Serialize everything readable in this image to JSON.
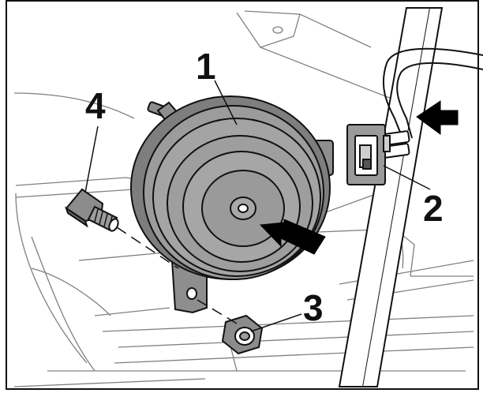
{
  "callouts": {
    "horn": "1",
    "connector": "2",
    "nut": "3",
    "bolt": "4"
  },
  "colors": {
    "outline": "#111111",
    "line_art": "#777777",
    "horn_fill": "#9a9a9a",
    "horn_dark": "#7e7e7e",
    "part_fill": "#8c8c8c",
    "arrow_fill": "#000000",
    "background": "#ffffff"
  }
}
